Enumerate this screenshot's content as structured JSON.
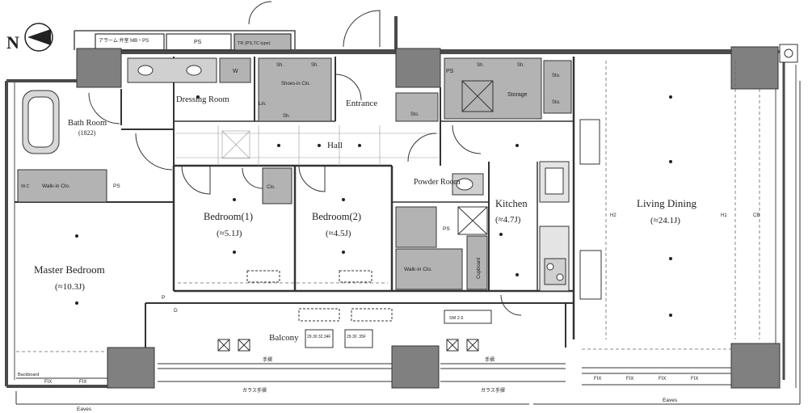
{
  "compass": {
    "north_label": "N"
  },
  "rooms": {
    "master_bedroom": {
      "name": "Master Bedroom",
      "size": "(≈10.3J)"
    },
    "bedroom1": {
      "name": "Bedroom(1)",
      "size": "(≈5.1J)"
    },
    "bedroom2": {
      "name": "Bedroom(2)",
      "size": "(≈4.5J)"
    },
    "kitchen": {
      "name": "Kitchen",
      "size": "(≈4.7J)"
    },
    "living_dining": {
      "name": "Living Dining",
      "size": "(≈24.1J)"
    },
    "bath": {
      "name": "Bath Room",
      "size": "(1822)"
    },
    "dressing": {
      "name": "Dressing Room"
    },
    "entrance": {
      "name": "Entrance"
    },
    "hall": {
      "name": "Hall"
    },
    "powder": {
      "name": "Powder Room"
    },
    "balcony": {
      "name": "Balcony"
    },
    "storage": {
      "name": "Storage"
    },
    "walkin_master": {
      "name": "Walk-in Clo."
    },
    "walkin_bed2": {
      "name": "Walk-in Clo."
    },
    "shoes_in": {
      "name": "Shoes-in Clo."
    },
    "cupboard": {
      "name": "Cupboard"
    }
  },
  "small_labels": {
    "sh": "Sh.",
    "sto": "Sto.",
    "cl": "Clo.",
    "lin": "Lin.",
    "ps": "PS",
    "w": "W",
    "wc": "W.C",
    "alarm": "アラーム 弁室 MB・PS",
    "ps_top": "PS",
    "tr": "TR (PS,TC type)",
    "h1": "H1",
    "h2": "H2",
    "cb": "CB",
    "fix": "FIX",
    "p": "P",
    "d": "D",
    "backboard": "Backboard",
    "eaves_left": "Eaves",
    "eaves_right": "Eaves",
    "glass_rail": "ガラス手摺",
    "handrail": "手摺",
    "balc_note1": "29.30 32.34F",
    "balc_note2": "29.30 .35F",
    "sm_box": "SM 2.5"
  },
  "colors": {
    "wall": "#4a4a4a",
    "column": "#808080",
    "closet": "#b3b3b3",
    "line": "#333333"
  }
}
